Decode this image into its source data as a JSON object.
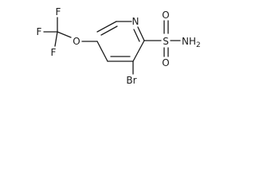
{
  "molecule": {
    "atoms": {
      "n_ring": "N",
      "sulfur": "S",
      "oxygen_top": "O",
      "oxygen_bottom": "O",
      "amine": "NH2",
      "amine_main": "NH",
      "amine_sub": "2",
      "bromine": "Br",
      "ether_oxygen": "O",
      "fluorine_top": "F",
      "fluorine_left": "F",
      "fluorine_bottom": "F"
    }
  }
}
